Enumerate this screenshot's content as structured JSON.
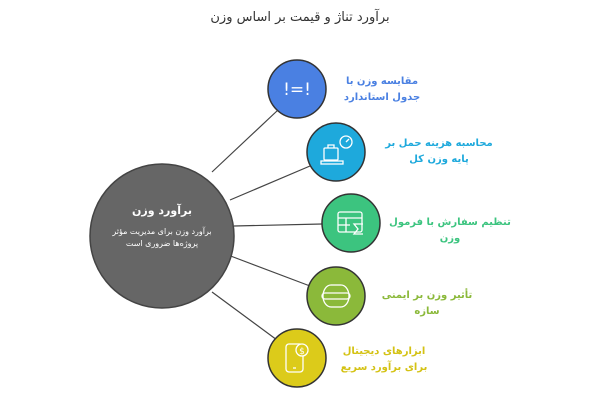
{
  "title": "برآورد تناژ و قیمت بر اساس وزن",
  "center": {
    "title": "برآورد وزن",
    "description": "برآورد وزن برای مدیریت مؤثر پروژه‌ها ضروری است",
    "color": "#666666"
  },
  "items": [
    {
      "label": "مقایسه وزن با جدول استاندارد",
      "icon": "not-equal-icon",
      "color": "#4a80e2"
    },
    {
      "label": "محاسبه هزینه حمل بر پایه وزن کل",
      "icon": "luggage-scale-icon",
      "color": "#1ea9dc"
    },
    {
      "label": "تنظیم سفارش با فرمول وزن",
      "icon": "table-sum-icon",
      "color": "#3cc47f"
    },
    {
      "label": "تأثیر وزن بر ایمنی سازه",
      "icon": "wheel-axle-icon",
      "color": "#8bb93a"
    },
    {
      "label": "ابزارهای دیجیتال برای برآورد سریع",
      "icon": "mobile-dollar-icon",
      "color": "#dccb1a"
    }
  ]
}
